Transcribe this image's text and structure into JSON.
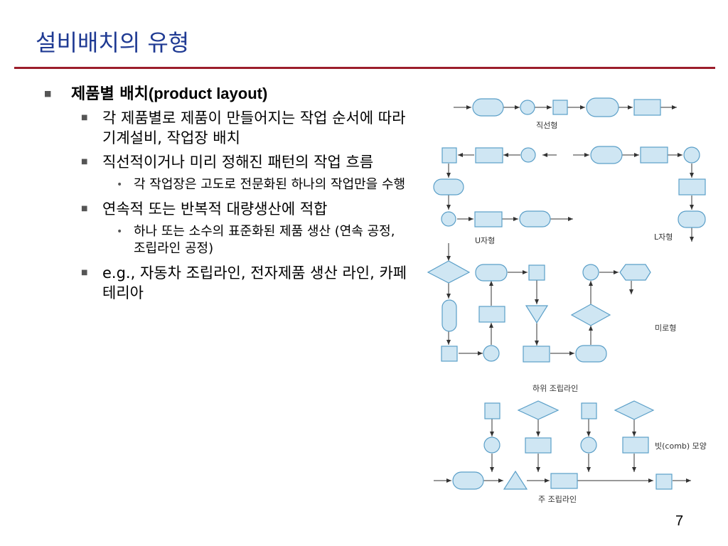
{
  "slide": {
    "title": "설비배치의 유형",
    "page_number": "7"
  },
  "bullets": {
    "l1_1_bold": "제품별 배치",
    "l1_1_rest": "(product layout)",
    "l2_1": "각 제품별로 제품이 만들어지는 작업 순서에 따라 기계설비, 작업장 배치",
    "l2_2": "직선적이거나 미리 정해진 패턴의 작업 흐름",
    "l3_1": "각 작업장은 고도로 전문화된 하나의 작업만을 수행",
    "l2_3": "연속적 또는 반복적 대량생산에 적합",
    "l3_2": "하나 또는 소수의 표준화된 제품 생산 (연속 공정, 조립라인 공정)",
    "l2_4": "e.g., 자동차 조립라인, 전자제품 생산 라인, 카페테리아"
  },
  "diagram": {
    "label_straight": "직선형",
    "label_u": "U자형",
    "label_l": "L자형",
    "label_maze": "미로형",
    "label_sub_line": "하위 조립라인",
    "label_comb": "빗(comb) 모양",
    "label_main_line": "주 조립라인",
    "shape_fill": "#cfe6f3",
    "shape_stroke": "#5b9fc8"
  }
}
